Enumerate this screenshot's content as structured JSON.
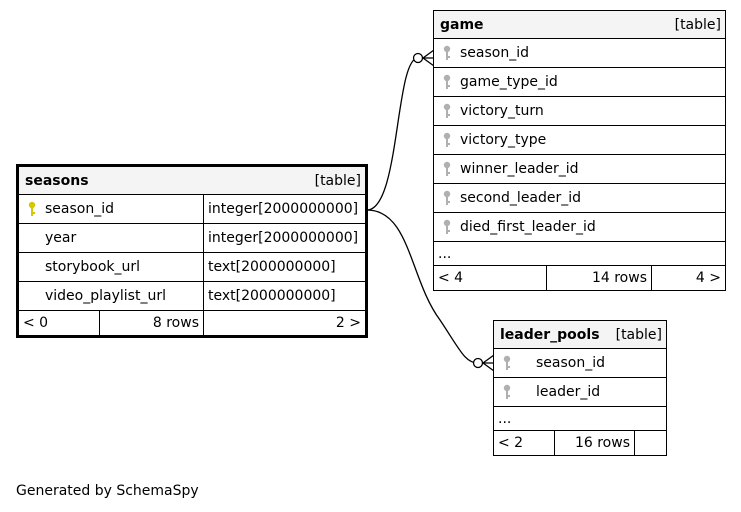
{
  "tables": {
    "game": {
      "name": "game",
      "kind": "[table]",
      "columns": [
        {
          "name": "season_id",
          "key": "foreign"
        },
        {
          "name": "game_type_id",
          "key": "foreign"
        },
        {
          "name": "victory_turn",
          "key": "foreign"
        },
        {
          "name": "victory_type",
          "key": "foreign"
        },
        {
          "name": "winner_leader_id",
          "key": "foreign"
        },
        {
          "name": "second_leader_id",
          "key": "foreign"
        },
        {
          "name": "died_first_leader_id",
          "key": "foreign"
        }
      ],
      "more": "...",
      "footer": {
        "parents": "< 4",
        "rows": "14 rows",
        "children": "4 >"
      }
    },
    "seasons": {
      "name": "seasons",
      "kind": "[table]",
      "columns": [
        {
          "name": "season_id",
          "type": "integer[2000000000]",
          "key": "primary"
        },
        {
          "name": "year",
          "type": "integer[2000000000]",
          "key": "none"
        },
        {
          "name": "storybook_url",
          "type": "text[2000000000]",
          "key": "none"
        },
        {
          "name": "video_playlist_url",
          "type": "text[2000000000]",
          "key": "none"
        }
      ],
      "footer": {
        "parents": "< 0",
        "rows": "8 rows",
        "children": "2 >"
      }
    },
    "leader_pools": {
      "name": "leader_pools",
      "kind": "[table]",
      "columns": [
        {
          "name": "season_id",
          "key": "foreign"
        },
        {
          "name": "leader_id",
          "key": "foreign"
        }
      ],
      "more": "...",
      "footer": {
        "parents": "< 2",
        "rows": "16 rows",
        "children": ""
      }
    }
  },
  "colors": {
    "primary_key": "#d4c800",
    "foreign_key": "#b0b0b0",
    "header_bg": "#f4f4f4"
  },
  "footer_text": "Generated by SchemaSpy"
}
